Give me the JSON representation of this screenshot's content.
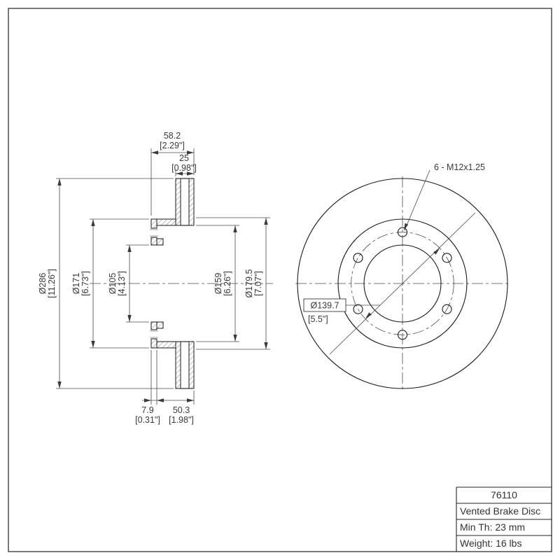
{
  "drawing": {
    "bolt_pattern_label": "6 - M12x1.25",
    "bolt_circle": {
      "mm": "Ø139.7",
      "in": "[5.5\"]"
    },
    "overall_width": {
      "mm": "58.2",
      "in": "[2.29\"]"
    },
    "disc_thickness": {
      "mm": "25",
      "in": "[0.98\"]"
    },
    "outer_dia": {
      "mm": "Ø286",
      "in": "[11.26\"]"
    },
    "hat_dia": {
      "mm": "Ø171",
      "in": "[6.73\"]"
    },
    "bore_dia": {
      "mm": "Ø105",
      "in": "[4.13\"]"
    },
    "inner_dia": {
      "mm": "Ø159",
      "in": "[6.26\"]"
    },
    "outer_hat_dia": {
      "mm": "Ø179.5",
      "in": "[7.07\"]"
    },
    "flange_th": {
      "mm": "7.9",
      "in": "[0.31\"]"
    },
    "hat_depth": {
      "mm": "50.3",
      "in": "[1.98\"]"
    }
  },
  "title_block": {
    "part_number": "76110",
    "type": "Vented Brake Disc",
    "min_th": "Min Th: 23 mm",
    "weight": "Weight: 16 lbs"
  }
}
